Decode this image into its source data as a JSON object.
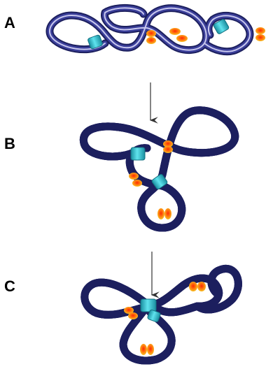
{
  "panels": [
    {
      "label": "A"
    },
    {
      "label": "B"
    },
    {
      "label": "C"
    }
  ],
  "colors": {
    "dna_outer": "#1c1f5e",
    "dna_mid": "#3b3f9a",
    "dna_highlight": "#c8c8ee",
    "bridge_protein": "#35c6d6",
    "bridge_protein_dark": "#1a8fa0",
    "bound_protein": "#f7a21b",
    "bound_protein_core": "#ff3a10",
    "arrow": "#333333"
  },
  "icons": {
    "bridge": "cyan-cylinder-clamp",
    "bound": "orange-ellipse-pair",
    "transition": "down-arrow"
  }
}
